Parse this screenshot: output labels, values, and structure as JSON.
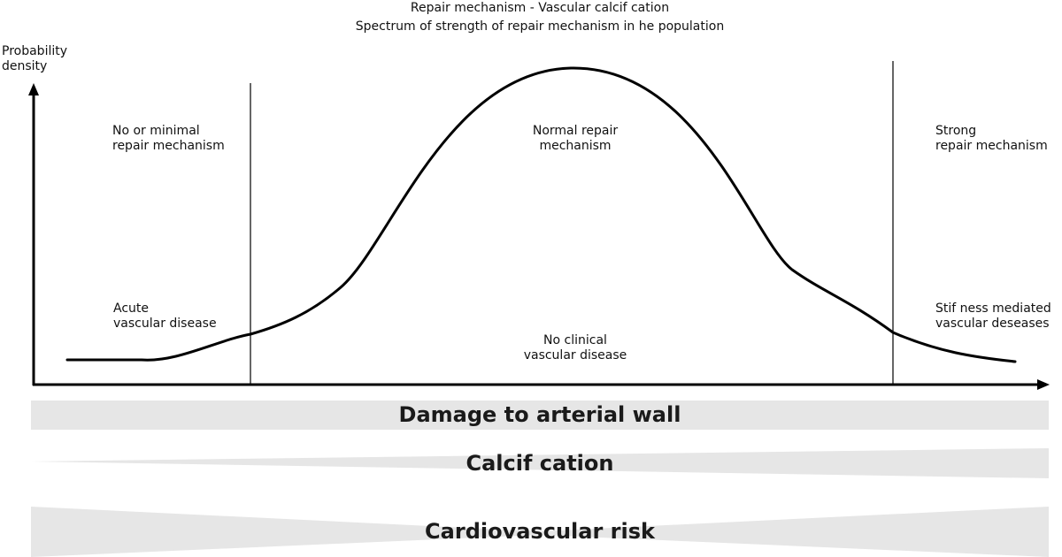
{
  "title": {
    "line1": "Repair mechanism - Vascular calcif cation",
    "line2": "Spectrum of strength of repair mechanism in he population"
  },
  "axes": {
    "ylabel_line1": "Probability",
    "ylabel_line2": "density"
  },
  "regions": {
    "left_top_1": "No or minimal",
    "left_top_2": "repair mechanism",
    "center_top_1": "Normal repair",
    "center_top_2": "mechanism",
    "right_top_1": "Strong",
    "right_top_2": "repair mechanism",
    "left_bottom_1": "Acute",
    "left_bottom_2": "vascular disease",
    "center_bottom_1": "No clinical",
    "center_bottom_2": "vascular disease",
    "right_bottom_1": "Stif ness mediated",
    "right_bottom_2": "vascular deseases"
  },
  "bands": {
    "damage": "Damage to arterial wall",
    "calcification": "Calcif cation",
    "risk": "Cardiovascular risk"
  },
  "colors": {
    "band_fill": "#e6e6e6",
    "line": "#000000"
  }
}
